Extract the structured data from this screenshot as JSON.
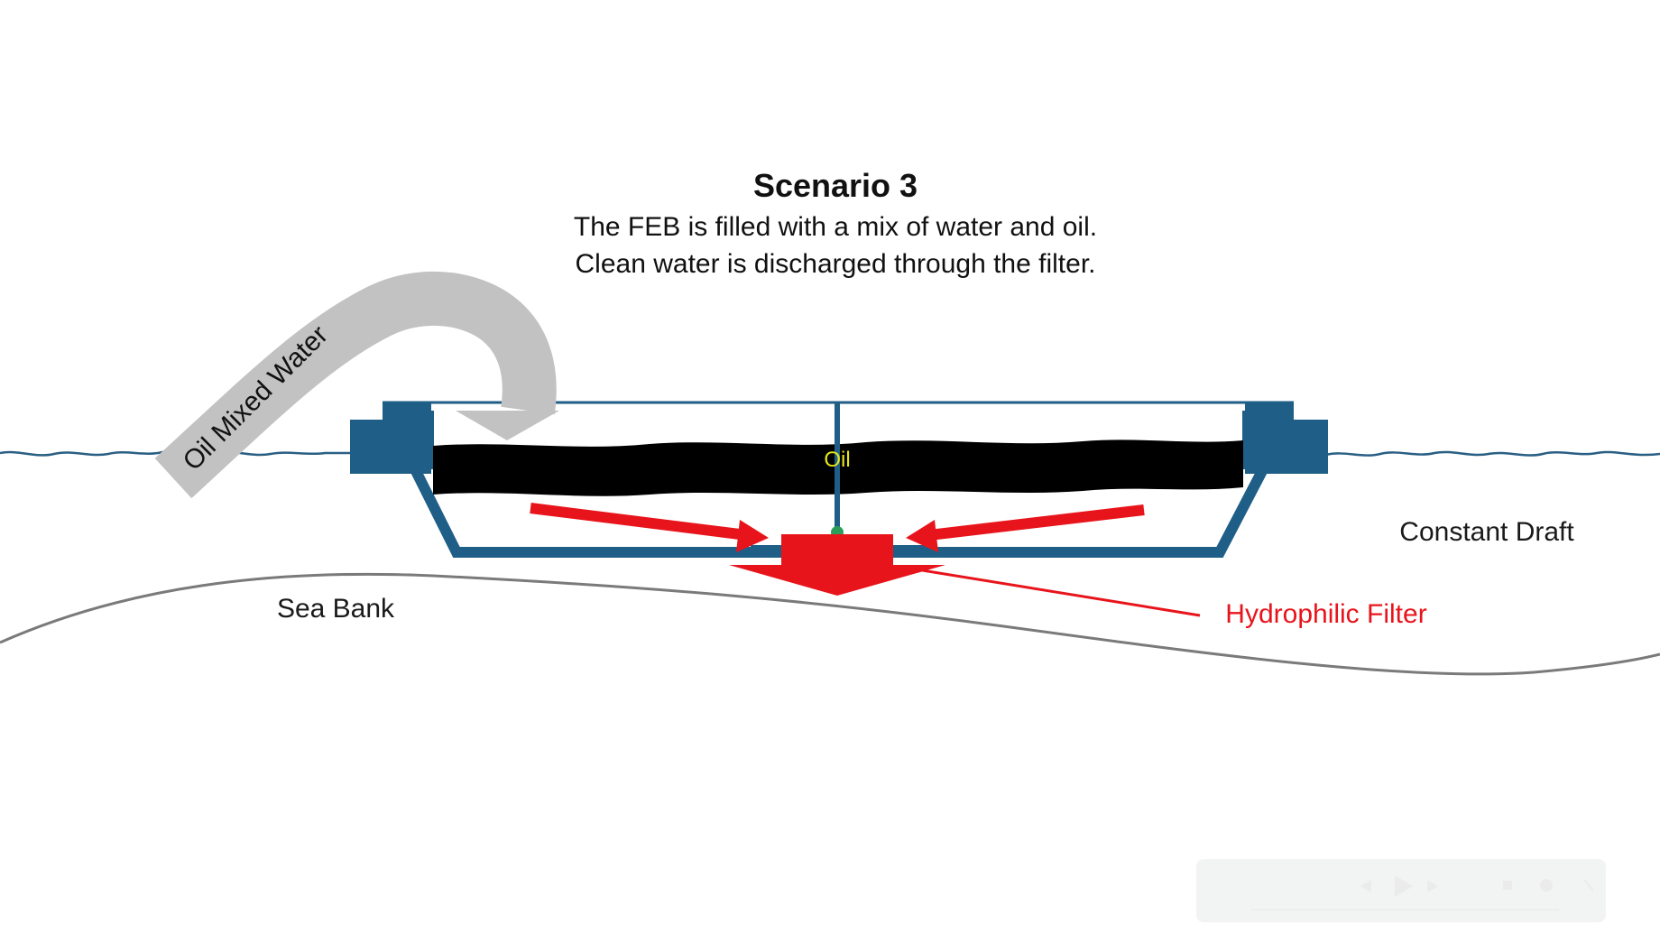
{
  "title": "Scenario 3",
  "subtitle_line1": "The FEB is filled with a mix of water and oil.",
  "subtitle_line2": "Clean water is discharged through the filter.",
  "labels": {
    "inflow": "Oil Mixed Water",
    "oil": "Oil",
    "constant_draft": "Constant Draft",
    "sea_bank": "Sea Bank",
    "hydrophilic_filter": "Hydrophilic Filter"
  },
  "colors": {
    "structure": "#1f5e86",
    "water_line": "#2a5f84",
    "oil": "#000000",
    "oil_label": "#e6e61a",
    "flow_arrows": "#e8141b",
    "inflow_arrow": "#c2c2c2",
    "sea_bank_line": "#7a7a7a"
  },
  "icons": {
    "player_controls": [
      "rewind-icon",
      "play-icon",
      "forward-icon",
      "volume-icon",
      "settings-icon",
      "close-icon"
    ]
  }
}
